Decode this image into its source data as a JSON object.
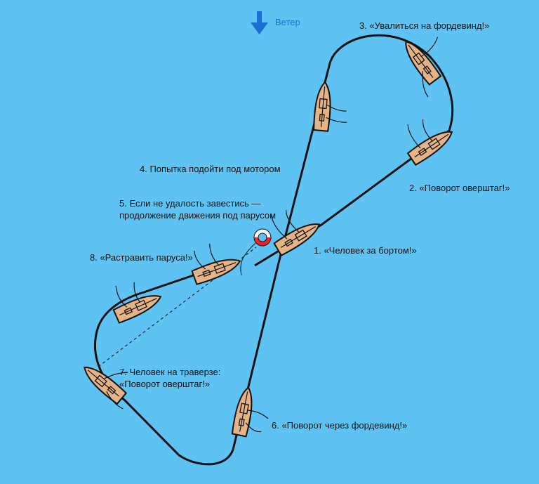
{
  "wind": {
    "label": "Ветер",
    "color": "#1a6fd0"
  },
  "labels": {
    "step1": "1. «Человек за бортом!»",
    "step2": "2. «Поворот оверштаг!»",
    "step3": "3. «Увалиться на фордевинд!»",
    "step4": "4. Попытка подойти под мотором",
    "step5_line1": "5. Если не удалость завестись —",
    "step5_line2": "продолжение движения под парусом",
    "step6": "6. «Поворот через фордевинд!»",
    "step7_line1": "7. Человек на траверзе:",
    "step7_line2": "«Поворот оверштаг!»",
    "step8": "8. «Растравить паруса!»"
  },
  "colors": {
    "water": "#5ec2f2",
    "hull": "#e5b486",
    "track": "#111111",
    "buoy_red": "#e8262a"
  }
}
